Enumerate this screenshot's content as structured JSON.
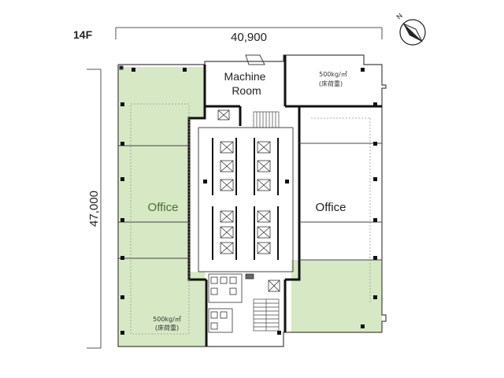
{
  "floor_label": "14F",
  "dimensions": {
    "width": "40,900",
    "height": "47,000"
  },
  "north_arrow": {
    "letter": "N",
    "icon": "north-arrow-icon"
  },
  "rooms": {
    "machine_room_line1": "Machine",
    "machine_room_line2": "Room",
    "office_left": "Office",
    "office_right": "Office"
  },
  "load_notes": {
    "top_right_line1": "500kg/㎡",
    "top_right_line2": "(床荷重)",
    "bottom_left_line1": "500kg/㎡",
    "bottom_left_line2": "(床荷重)"
  },
  "colors": {
    "office_fill": "#d6e8c4",
    "wall": "#111111",
    "line": "#444444"
  }
}
